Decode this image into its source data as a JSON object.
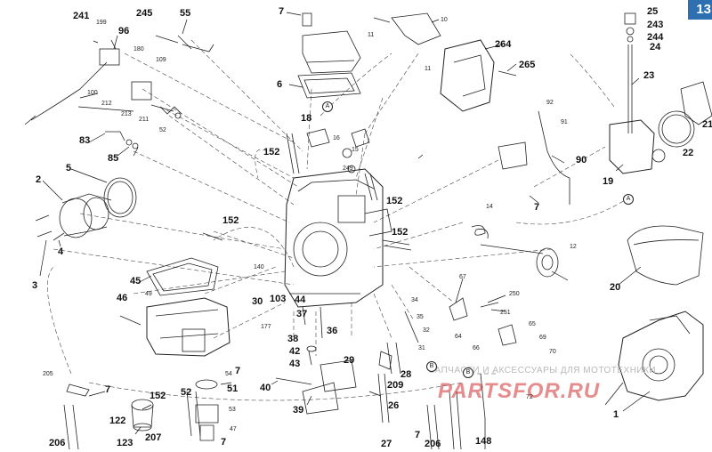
{
  "page_badge": "13",
  "watermark": {
    "text": "ЗАПЧАСТИ И АКСЕССУАРЫ ДЛЯ МОТОТЕХНИКИ",
    "logo": "PARTSFOR.RU"
  },
  "labels": {
    "l241": "241",
    "l199": "199",
    "l245": "245",
    "l55": "55",
    "l96": "96",
    "l180": "180",
    "l109": "109",
    "l100": "100",
    "l212": "212",
    "l213": "213",
    "l211": "211",
    "l52a": "52",
    "l83": "83",
    "l85": "85",
    "l5": "5",
    "l2": "2",
    "l3": "3",
    "l4": "4",
    "l45": "45",
    "l46": "46",
    "l49": "49",
    "l205": "205",
    "l7a": "7",
    "l122": "122",
    "l123": "123",
    "l206a": "206",
    "l152a": "152",
    "l52b": "52",
    "l207": "207",
    "l51": "51",
    "l54": "54",
    "l7b": "7",
    "l53": "53",
    "l47": "47",
    "l7c": "7",
    "l6": "6",
    "l18": "18",
    "l16": "16",
    "l152b": "152",
    "l15": "15",
    "l249": "249",
    "l152c": "152",
    "l152d": "152",
    "l152e": "152",
    "l140": "140",
    "l30": "30",
    "l103": "103",
    "l177": "177",
    "l44": "44",
    "l37": "37",
    "l38": "38",
    "l42": "42",
    "l43": "43",
    "l36": "36",
    "l40": "40",
    "l39": "39",
    "l29": "29",
    "l28": "28",
    "l209": "209",
    "l26": "26",
    "l27": "27",
    "l11a": "11",
    "l10": "10",
    "l11b": "11",
    "l264": "264",
    "l265": "265",
    "l92": "92",
    "l91": "91",
    "l90": "90",
    "l7d": "7",
    "l14": "14",
    "l12": "12",
    "l67": "67",
    "l250": "250",
    "l251": "251",
    "l34": "34",
    "l35": "35",
    "l64": "64",
    "l32": "32",
    "l66": "66",
    "l65": "65",
    "l69": "69",
    "l70": "70",
    "l31": "31",
    "l72": "72",
    "l7e": "7",
    "l206b": "206",
    "l148": "148",
    "l25": "25",
    "l243": "243",
    "l244": "244",
    "l24": "24",
    "l23": "23",
    "l22": "22",
    "l21": "21",
    "l19": "19",
    "l20": "20",
    "l1": "1"
  },
  "callouts": {
    "a1": "A",
    "a2": "A",
    "b1": "B",
    "b2": "B"
  }
}
